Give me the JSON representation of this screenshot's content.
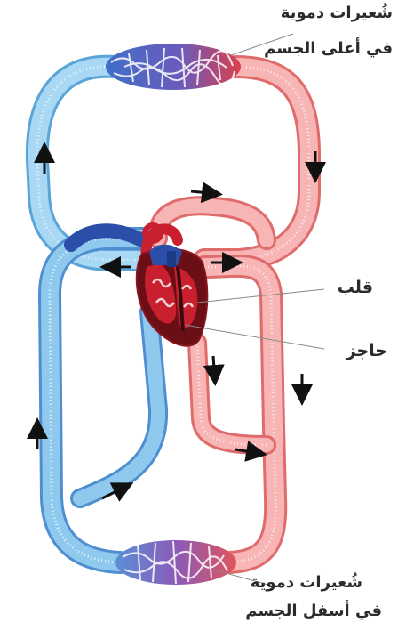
{
  "labels": {
    "upper_capillaries_line1": "شُعيرات دموية",
    "upper_capillaries_line2": "في أعلى الجسم",
    "heart": "قلب",
    "septum": "حاجز",
    "lower_capillaries_line1": "شُعيرات دموية",
    "lower_capillaries_line2": "في أسفل الجسم"
  },
  "colors": {
    "deoxygenated": "#8fcaee",
    "deoxygenated_edge": "#5aa5d8",
    "oxygenated": "#f6a9a9",
    "oxygenated_edge": "#e06b6b",
    "heart_dark": "#6b0f16",
    "heart_red": "#c8202e",
    "heart_blue": "#2b4fa8",
    "arrow": "#111111"
  }
}
